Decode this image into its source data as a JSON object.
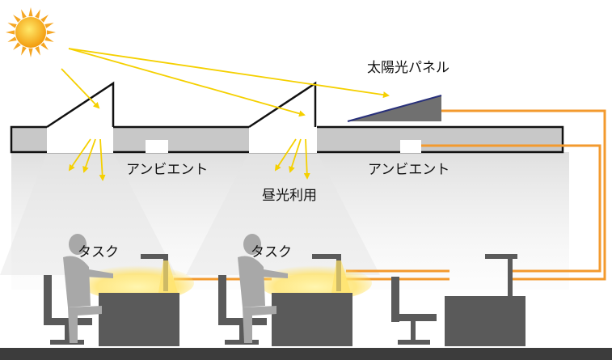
{
  "labels": {
    "solar_panel": "太陽光パネル",
    "ambient_left": "アンビエント",
    "ambient_right": "アンビエント",
    "daylight_use": "昼光利用",
    "task_left": "タスク",
    "task_right": "タスク"
  },
  "colors": {
    "sun": "#f7b21a",
    "sun_rays": "#f5a623",
    "sunlight": "#f5d000",
    "ceiling_fill": "#c8c8c8",
    "outline": "#111111",
    "panel_fill": "#707070",
    "panel_edge": "#28307a",
    "wiring": "#f39a2e",
    "furniture": "#5a5a5a",
    "person": "#a8a8a8",
    "task_glow": "#ffe36a",
    "floor": "#3c3c3c"
  }
}
